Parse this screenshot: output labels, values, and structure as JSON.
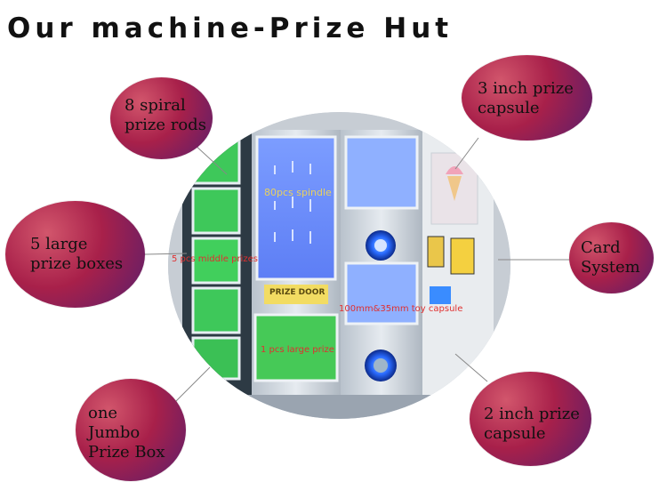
{
  "title": "Our machine-Prize Hut",
  "callouts": {
    "spiral_rods": "8 spiral\nprize rods",
    "large_boxes": "5 large\nprize boxes",
    "jumbo_box": "one\nJumbo\nPrize Box",
    "capsule_3inch": "3 inch prize\ncapsule",
    "card_system": "Card\nSystem",
    "capsule_2inch": "2 inch prize\ncapsule"
  },
  "overlays": {
    "spindle": "80pcs spindle",
    "middle_prizes": "5 pcs middle prizes",
    "large_prize": "1 pcs large prize",
    "toy_capsule": "100mm&35mm toy capsule",
    "prize_door": "PRIZE DOOR"
  },
  "colors": {
    "bubble_light": "#d2566c",
    "bubble_dark": "#5a1e6c",
    "overlay_red": "#e03030",
    "overlay_yellow": "#e8d060",
    "locker_green": "#3ec85a",
    "glow_blue": "#3a78ff"
  },
  "icons": {
    "coin_slot": "coin-slot-icon",
    "capsule_outlet": "capsule-outlet-icon",
    "card_reader": "card-reader-icon"
  }
}
